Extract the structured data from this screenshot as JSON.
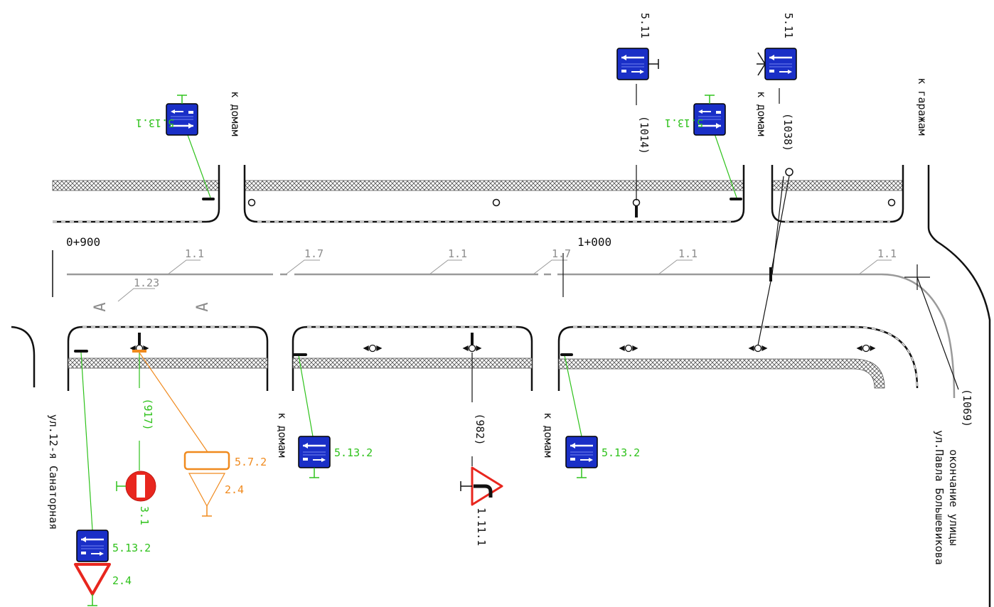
{
  "colors": {
    "sign_blue": "#1a2fc7",
    "sign_red": "#e8261e",
    "callout_green": "#2fc21c",
    "callout_orange": "#f08a1e",
    "marking_gray": "#9a9a9a",
    "line_black": "#111111"
  },
  "stations": {
    "st1": "0+900",
    "st2": "1+000"
  },
  "markings": {
    "m1": "1.1",
    "m2": "1.7",
    "m3": "1.1",
    "m4": "1.7",
    "m5": "1.1",
    "m6": "1.1",
    "m7": "1.23"
  },
  "lanes": {
    "letter": "A"
  },
  "streets": {
    "left_street": "ул.12-я Санаторная",
    "right_street_line1": "окончание улицы",
    "right_street_line2": "ул.Павла Большевикова"
  },
  "directions": {
    "top_left": "к домам",
    "top_mid": "к домам",
    "top_garages": "к гаражам",
    "bottom_mid": "к домам",
    "bottom_right": "к домам"
  },
  "pickets": {
    "p1014": "(1014)",
    "p1038": "(1038)",
    "p917": "(917)",
    "p982": "(982)",
    "p1069": "(1069)"
  },
  "signs": {
    "s5131_a": "5.13.1",
    "s5131_b": "5.13.1",
    "s511_a": "5.11",
    "s511_b": "5.11",
    "s5132_a": "5.13.2",
    "s5132_b": "5.13.2",
    "s5132_c": "5.13.2",
    "s31": "3.1",
    "s572": "5.7.2",
    "s24_a": "2.4",
    "s24_b": "2.4",
    "s1111": "1.11.1"
  }
}
